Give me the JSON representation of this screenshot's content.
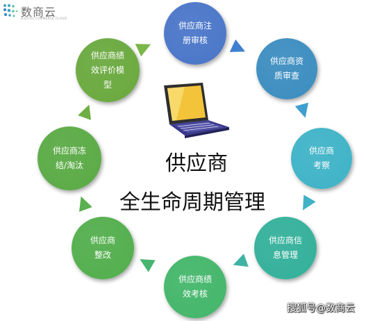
{
  "logo": {
    "name": "数商云",
    "tagline": "DIGITAL COMMERCE CLOUD",
    "icon": "dots-logo-icon"
  },
  "center": {
    "title_line1": "供应商",
    "title_line2": "全生命周期管理",
    "icon": "laptop-icon"
  },
  "nodes": [
    {
      "id": "register",
      "label": "供应商注\n册审核",
      "color": "#4a76c8"
    },
    {
      "id": "qualification",
      "label": "供应商资\n质审查",
      "color": "#3c8dc0"
    },
    {
      "id": "inspection",
      "label": "供应商\n考察",
      "color": "#3fb3c7"
    },
    {
      "id": "info",
      "label": "供应商信\n息管理",
      "color": "#33b09a"
    },
    {
      "id": "kpi",
      "label": "供应商绩\n效考核",
      "color": "#43b66a"
    },
    {
      "id": "rectify",
      "label": "供应商\n整改",
      "color": "#52ae4c"
    },
    {
      "id": "freeze",
      "label": "供应商冻\n结/淘汰",
      "color": "#5aaa45"
    },
    {
      "id": "evaluation",
      "label": "供应商绩\n效评价模\n型",
      "color": "#6aa93e"
    }
  ],
  "arrow_colors": [
    "#3f7fd0",
    "#3f9fcf",
    "#40b2c6",
    "#3fb3a3",
    "#46b56f",
    "#5ab050",
    "#6daf45",
    "#7ab648"
  ],
  "watermark": "搜狐号@数商云"
}
